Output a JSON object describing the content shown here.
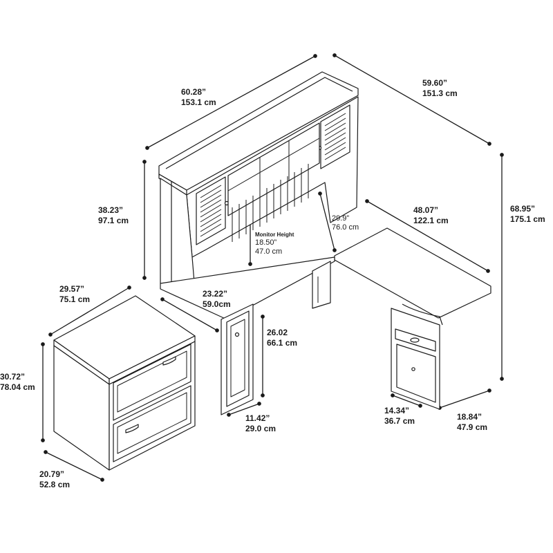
{
  "dimensions": {
    "hutch_width": {
      "imperial": "60.28”",
      "metric": "153.1 cm"
    },
    "overall_depth": {
      "imperial": "59.60”",
      "metric": "151.3 cm"
    },
    "hutch_height": {
      "imperial": "38.23”",
      "metric": "97.1 cm"
    },
    "overall_height": {
      "imperial": "68.95”",
      "metric": "175.1 cm"
    },
    "return_length": {
      "imperial": "48.07”",
      "metric": "122.1 cm"
    },
    "knee_height": {
      "imperial": "29.9”",
      "metric": "76.0 cm"
    },
    "monitor_height": {
      "label": "Monitor Height",
      "imperial": "18.50”",
      "metric": "47.0 cm"
    },
    "file_width": {
      "imperial": "29.57”",
      "metric": "75.1 cm"
    },
    "knee_width": {
      "imperial": "23.22”",
      "metric": "59.0cm"
    },
    "cabinet_height": {
      "imperial": "26.02",
      "metric": "66.1 cm"
    },
    "file_height": {
      "imperial": "30.72”",
      "metric": "78.04 cm"
    },
    "cabinet_width": {
      "imperial": "11.42”",
      "metric": "29.0 cm"
    },
    "pedestal_width": {
      "imperial": "14.34”",
      "metric": "36.7 cm"
    },
    "return_depth": {
      "imperial": "18.84”",
      "metric": "47.9 cm"
    },
    "file_depth": {
      "imperial": "20.79”",
      "metric": "52.8 cm"
    }
  },
  "colors": {
    "line": "#1a1a1a",
    "paper": "#ffffff",
    "panel": "#f4f4f4"
  }
}
